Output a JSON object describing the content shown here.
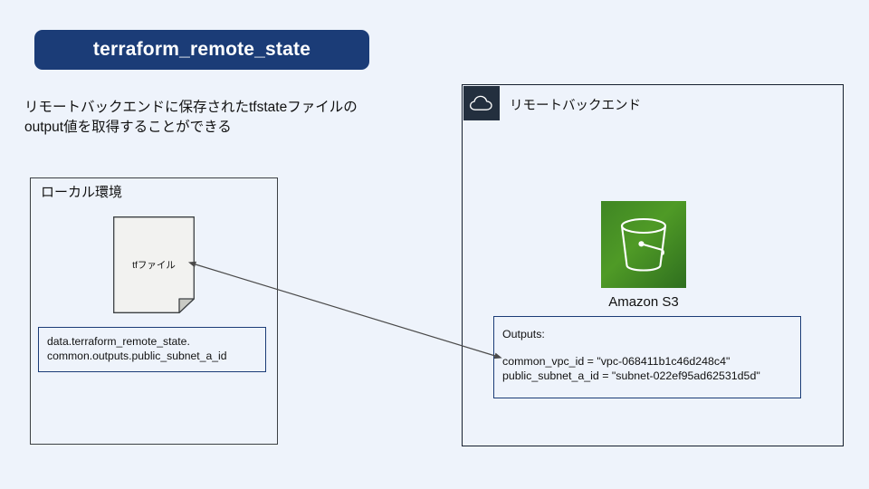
{
  "page": {
    "background_color": "#eef3fb"
  },
  "title": {
    "text": "terraform_remote_state",
    "badge_color": "#1b3c77",
    "text_color": "#ffffff"
  },
  "description": {
    "line1": "リモートバックエンドに保存されたtfstateファイルの",
    "line2": "output値を取得することができる"
  },
  "local_environment": {
    "label": "ローカル環境",
    "border_color": "#3c4043",
    "document": {
      "icon": "document-icon",
      "label": "tfファイル",
      "fill_color": "#f2f2f0"
    },
    "code_box": {
      "border_color": "#1b3c77",
      "line1": "data.terraform_remote_state.",
      "line2": "common.outputs.public_subnet_a_id"
    }
  },
  "remote_backend": {
    "label": "リモートバックエンド",
    "border_color": "#16202e",
    "cloud_icon": {
      "icon": "cloud-icon",
      "background_color": "#232f3e"
    },
    "service": {
      "icon": "s3-bucket-icon",
      "label": "Amazon S3",
      "color": "#4f9a26"
    },
    "outputs_box": {
      "border_color": "#1b3c77",
      "heading": "Outputs:",
      "line1": "common_vpc_id = \"vpc-068411b1c46d248c4\"",
      "line2": "public_subnet_a_id = \"subnet-022ef95ad62531d5d\""
    }
  },
  "connector": {
    "name": "bidirectional-arrow",
    "color": "#4a4a4a",
    "from": "tf-file-document",
    "to": "outputs-box"
  }
}
